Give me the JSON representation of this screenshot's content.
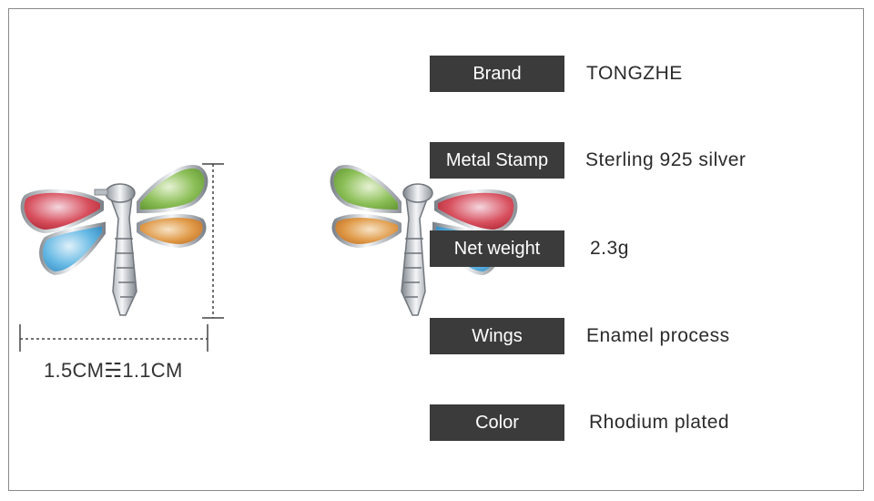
{
  "dimension_label": "1.5CM☵1.1CM",
  "specs": [
    {
      "key": "Brand",
      "value": "TONGZHE"
    },
    {
      "key": "Metal Stamp",
      "value": "Sterling 925 silver"
    },
    {
      "key": "Net weight",
      "value": "2.3g"
    },
    {
      "key": "Wings",
      "value": "Enamel process"
    },
    {
      "key": "Color",
      "value": "Rhodium plated"
    }
  ],
  "colors": {
    "label_bg": "#3b3b3b",
    "wing_red": "#c8323c",
    "wing_blue": "#4fa8d8",
    "wing_green": "#7fb24a",
    "wing_orange": "#d88a3a",
    "silver": "#c9cdd1"
  }
}
